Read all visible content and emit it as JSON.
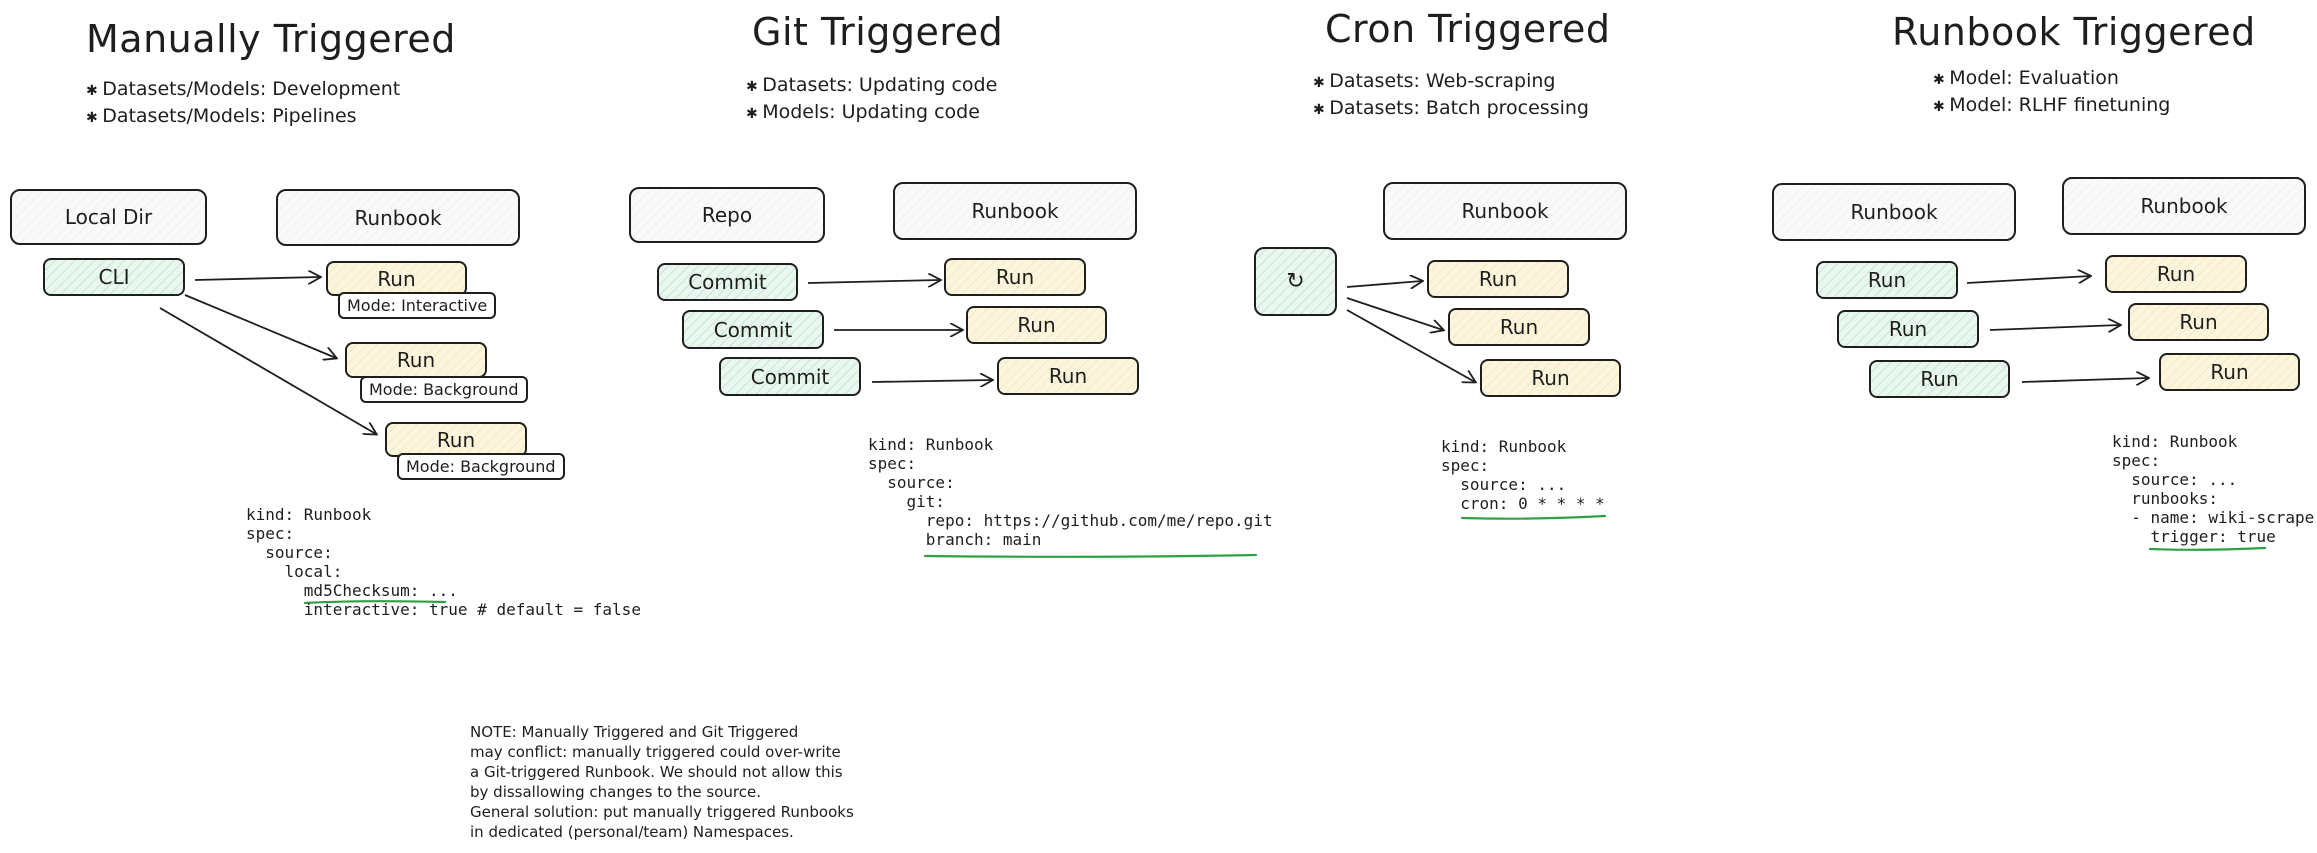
{
  "sections": {
    "manual": {
      "title": "Manually Triggered",
      "bullets": [
        "Datasets/Models: Development",
        "Datasets/Models: Pipelines"
      ],
      "local_dir": "Local Dir",
      "runbook": "Runbook",
      "cli": "CLI",
      "runs": [
        "Run",
        "Run",
        "Run"
      ],
      "modes": [
        "Mode: Interactive",
        "Mode: Background",
        "Mode: Background"
      ],
      "code": [
        "kind: Runbook",
        "spec:",
        "  source:",
        "    local:",
        "      md5Checksum: ...",
        "      interactive: true # default = false"
      ]
    },
    "git": {
      "title": "Git Triggered",
      "bullets": [
        "Datasets: Updating code",
        "Models: Updating code"
      ],
      "repo": "Repo",
      "runbook": "Runbook",
      "commits": [
        "Commit",
        "Commit",
        "Commit"
      ],
      "runs": [
        "Run",
        "Run",
        "Run"
      ],
      "code": [
        "kind: Runbook",
        "spec:",
        "  source:",
        "    git:",
        "      repo: https://github.com/me/repo.git",
        "      branch: main"
      ]
    },
    "cron": {
      "title": "Cron Triggered",
      "bullets": [
        "Datasets: Web-scraping",
        "Datasets: Batch processing"
      ],
      "runbook": "Runbook",
      "clock_icon": "↻",
      "runs": [
        "Run",
        "Run",
        "Run"
      ],
      "code": [
        "kind: Runbook",
        "spec:",
        "  source: ...",
        "  cron: 0 * * * *"
      ]
    },
    "runbook": {
      "title": "Runbook Triggered",
      "bullets": [
        "Model: Evaluation",
        "Model: RLHF finetuning"
      ],
      "runbook_left": "Runbook",
      "runbook_right": "Runbook",
      "runs_left": [
        "Run",
        "Run",
        "Run"
      ],
      "runs_right": [
        "Run",
        "Run",
        "Run"
      ],
      "code": [
        "kind: Runbook",
        "spec:",
        "  source: ...",
        "  runbooks:",
        "  - name: wiki-scrape",
        "    trigger: true"
      ]
    }
  },
  "note": [
    "NOTE: Manually Triggered and Git Triggered",
    "may conflict: manually triggered could over-write",
    "a Git-triggered Runbook. We should not allow this",
    "by dissallowing changes to the source.",
    "General solution: put manually triggered Runbooks",
    "in dedicated (personal/team) Namespaces."
  ],
  "colors": {
    "underline": "#2f9e44",
    "green_fill": "#e9f7ee",
    "yellow_fill": "#fdf6df",
    "stroke": "#1e1e1e"
  }
}
